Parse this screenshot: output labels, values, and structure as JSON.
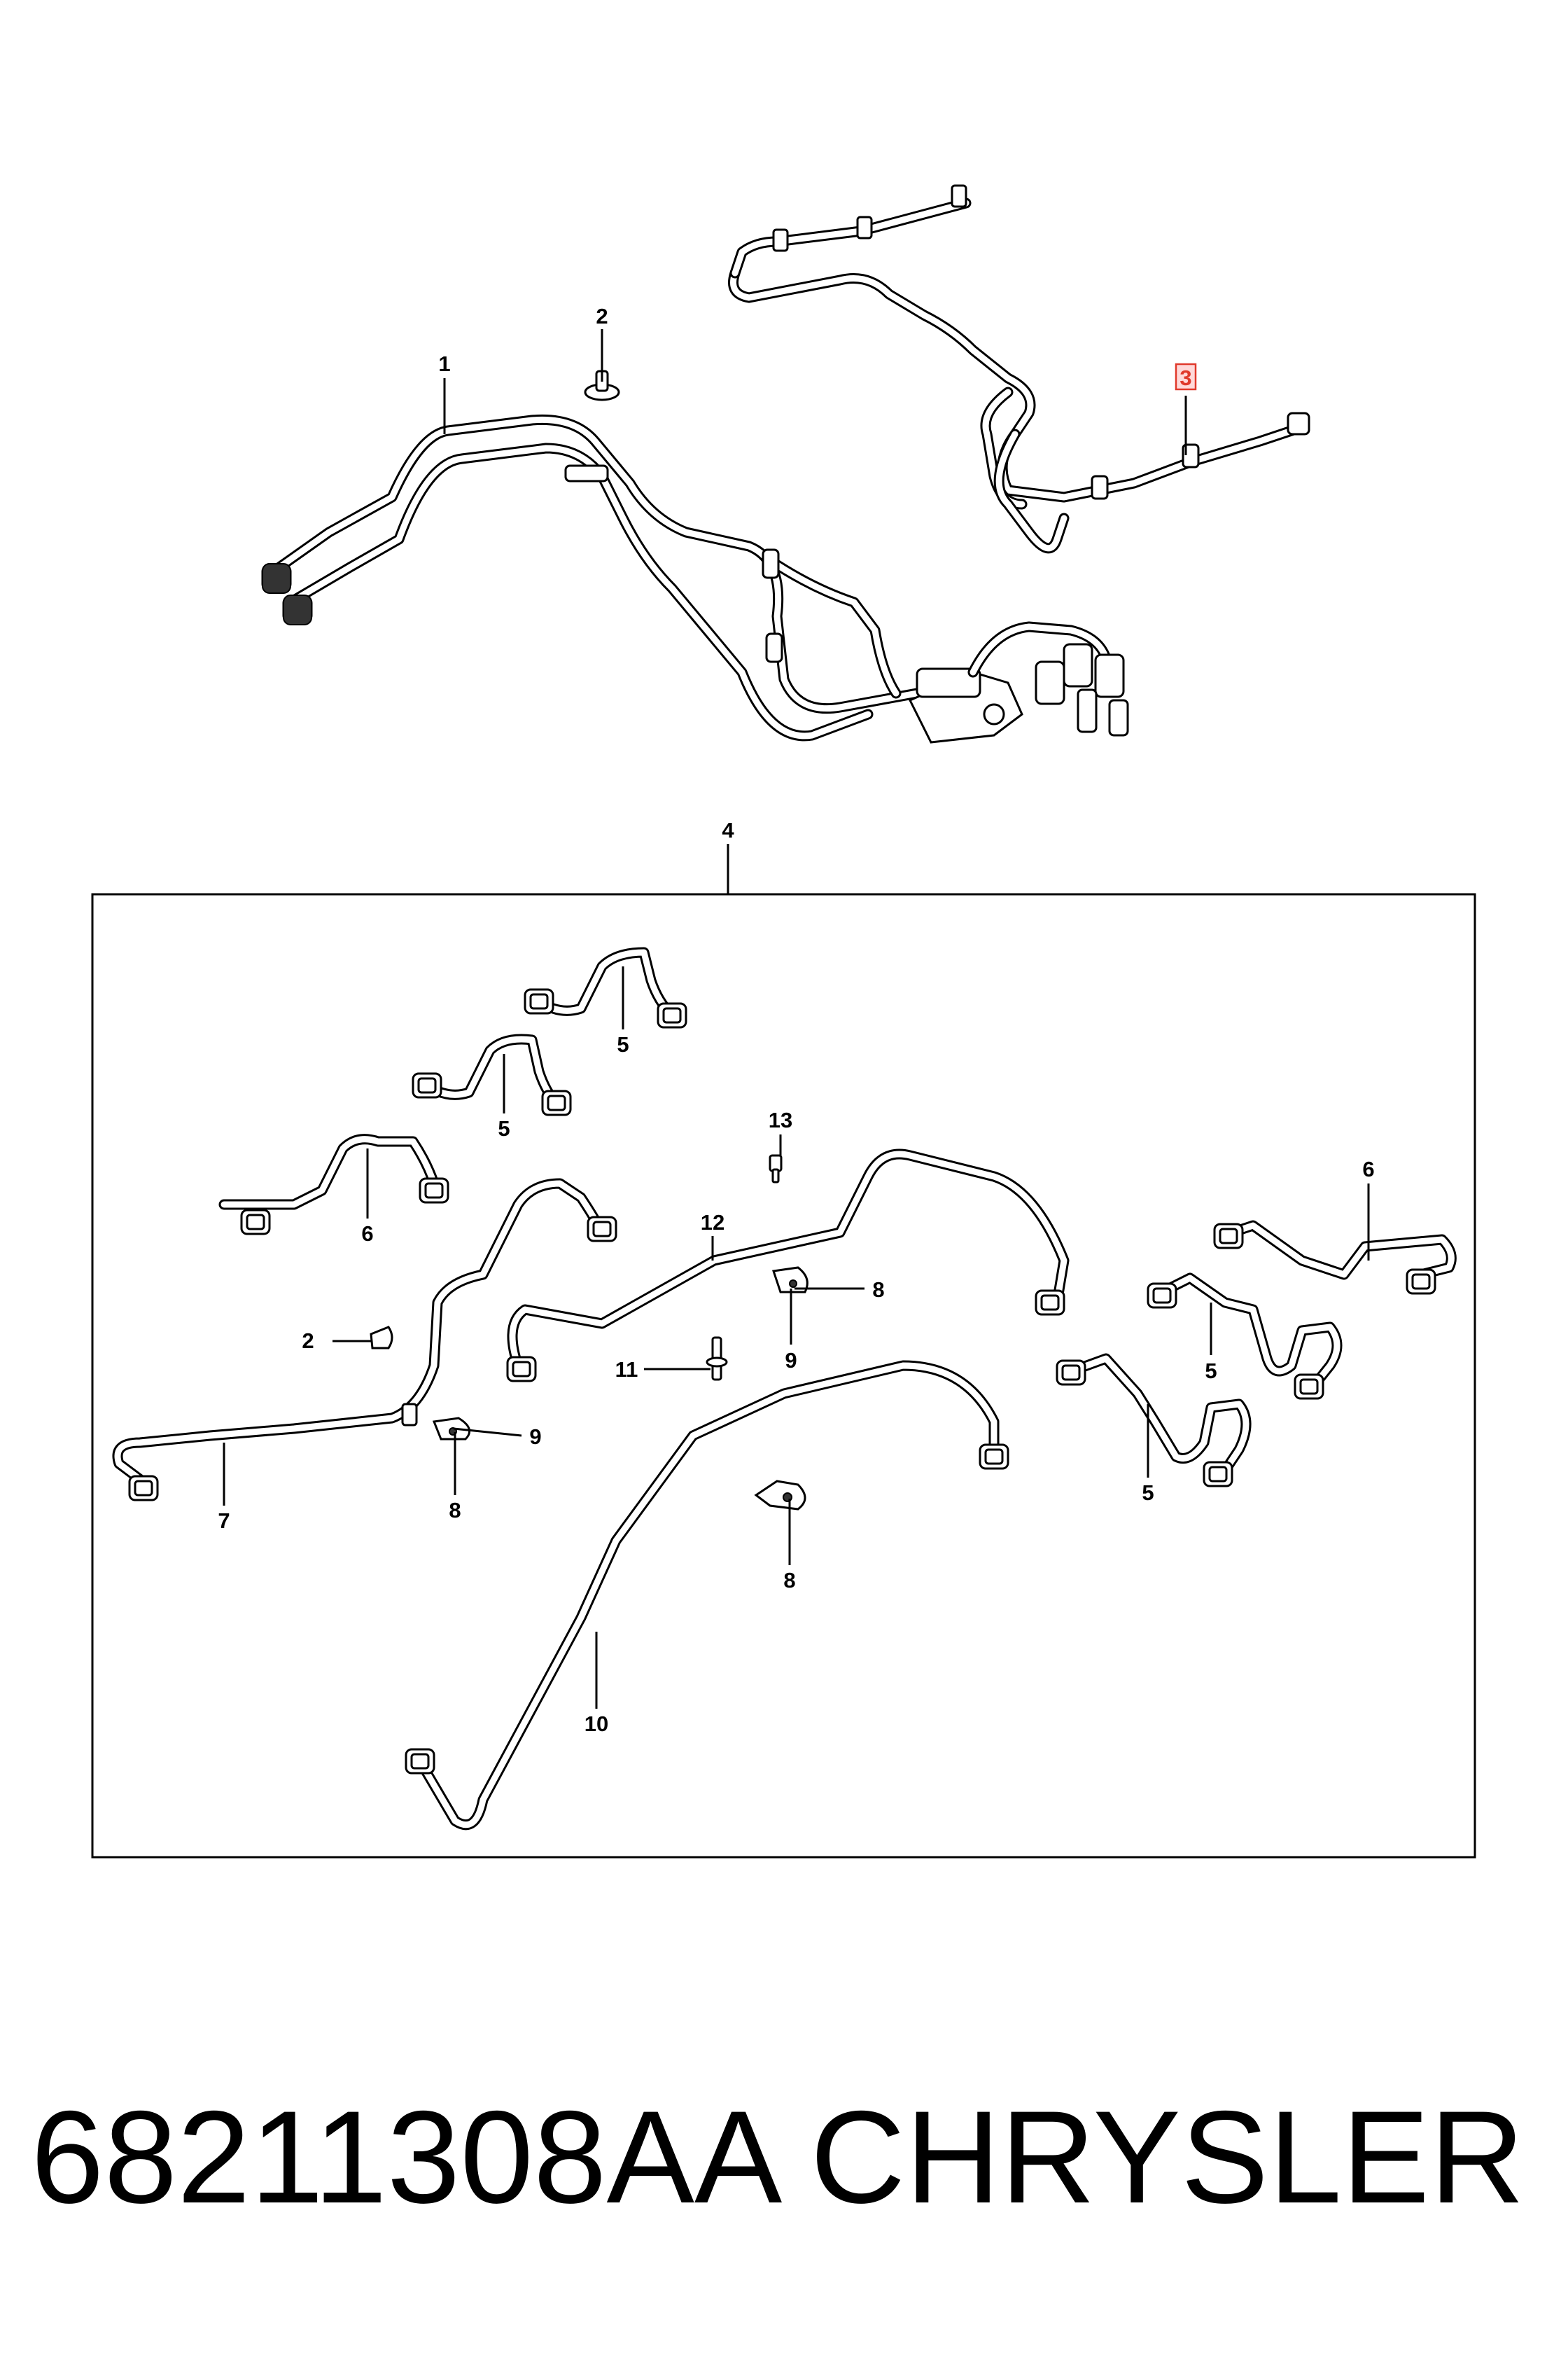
{
  "callouts": {
    "c1": "1",
    "c2a": "2",
    "c3": "3",
    "c4": "4",
    "c5a": "5",
    "c5b": "5",
    "c5c": "5",
    "c5d": "5",
    "c6a": "6",
    "c6b": "6",
    "c7": "7",
    "c8a": "8",
    "c8b": "8",
    "c8c": "8",
    "c9a": "9",
    "c9b": "9",
    "c2b": "2",
    "c10": "10",
    "c11": "11",
    "c12": "12",
    "c13": "13"
  },
  "highlight": {
    "callout": "3",
    "color": "#e0392b"
  },
  "footer": {
    "part_number": "68211308AA",
    "brand": "CHRYSLER"
  }
}
